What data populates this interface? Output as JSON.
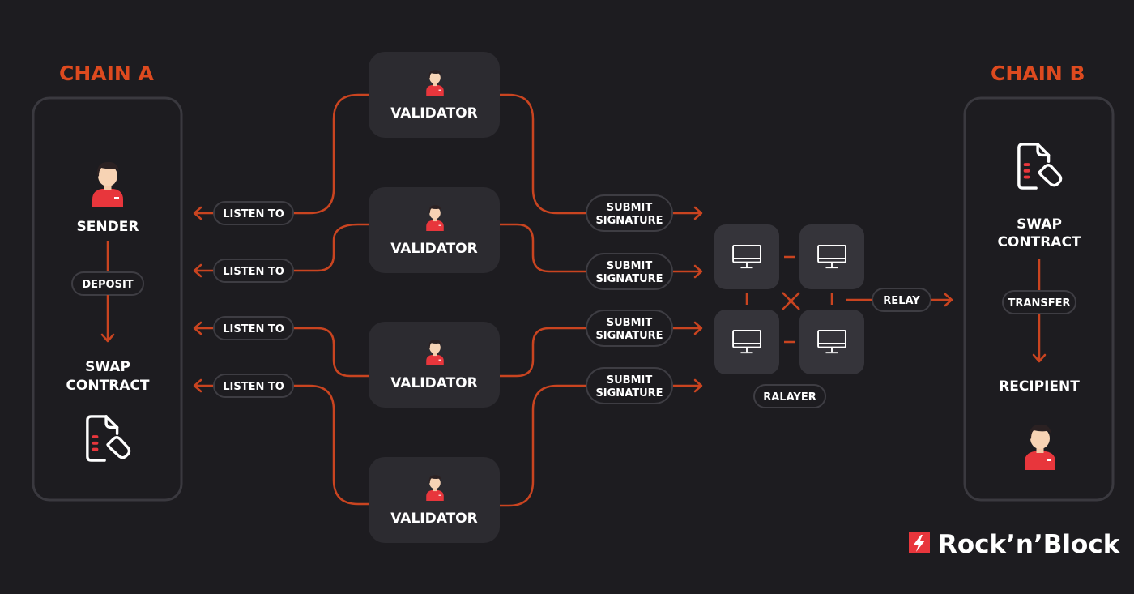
{
  "chain_a": {
    "title": "CHAIN A",
    "sender_label": "SENDER",
    "deposit_label": "DEPOSIT",
    "swap_contract_line1": "SWAP",
    "swap_contract_line2": "CONTRACT"
  },
  "chain_b": {
    "title": "CHAIN B",
    "swap_contract_line1": "SWAP",
    "swap_contract_line2": "CONTRACT",
    "transfer_label": "TRANSFER",
    "recipient_label": "RECIPIENT"
  },
  "validators": [
    {
      "label": "VALIDATOR"
    },
    {
      "label": "VALIDATOR"
    },
    {
      "label": "VALIDATOR"
    },
    {
      "label": "VALIDATOR"
    }
  ],
  "listen_labels": [
    "LISTEN TO",
    "LISTEN TO",
    "LISTEN TO",
    "LISTEN TO"
  ],
  "submit_labels": [
    {
      "line1": "SUBMIT",
      "line2": "SIGNATURE"
    },
    {
      "line1": "SUBMIT",
      "line2": "SIGNATURE"
    },
    {
      "line1": "SUBMIT",
      "line2": "SIGNATURE"
    },
    {
      "line1": "SUBMIT",
      "line2": "SIGNATURE"
    }
  ],
  "relayer": {
    "label": "RALAYER",
    "relay_label": "RELAY",
    "node_icon": "monitor-icon"
  },
  "brand": {
    "name": "Rock’n’Block",
    "icon": "lightning-icon"
  },
  "colors": {
    "background": "#1d1c20",
    "accent": "#dd4a1f",
    "connector": "#c94420",
    "card": "#2c2b30"
  }
}
